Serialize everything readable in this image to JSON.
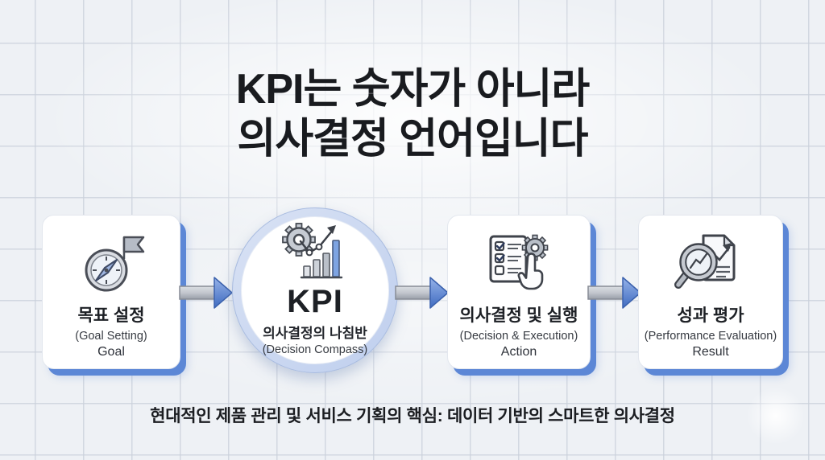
{
  "title": {
    "line1": "KPI는 숫자가 아니라",
    "line2": "의사결정 언어입니다"
  },
  "flow": {
    "steps": [
      {
        "id": "goal",
        "icon": "compass-flag-icon",
        "ko": "목표 설정",
        "en": "(Goal Setting)",
        "label": "Goal"
      },
      {
        "id": "kpi",
        "icon": "gear-chart-icon",
        "title": "KPI",
        "ko": "의사결정의 나침반",
        "en": "(Decision Compass)"
      },
      {
        "id": "action",
        "icon": "checklist-hand-icon",
        "ko": "의사결정 및 실행",
        "en": "(Decision & Execution)",
        "label": "Action"
      },
      {
        "id": "result",
        "icon": "magnifier-report-icon",
        "ko": "성과 평가",
        "en": "(Performance Evaluation)",
        "label": "Result"
      }
    ]
  },
  "footer": {
    "caption": "현대적인 제품 관리 및 서비스 기획의 핵심: 데이터 기반의 스마트한 의사결정"
  },
  "colors": {
    "background": "#eef1f5",
    "grid_line": "#c9d0db",
    "title_text": "#191b1f",
    "card_shadow_blue": "#5c87d6",
    "kpi_ring_blue": "#c9d7f0",
    "arrow_head_blue": "#4a74c8",
    "arrow_shaft_gray": "#b6bac2",
    "icon_accent_blue": "#7ea4e2",
    "icon_outline": "#3f434b"
  }
}
